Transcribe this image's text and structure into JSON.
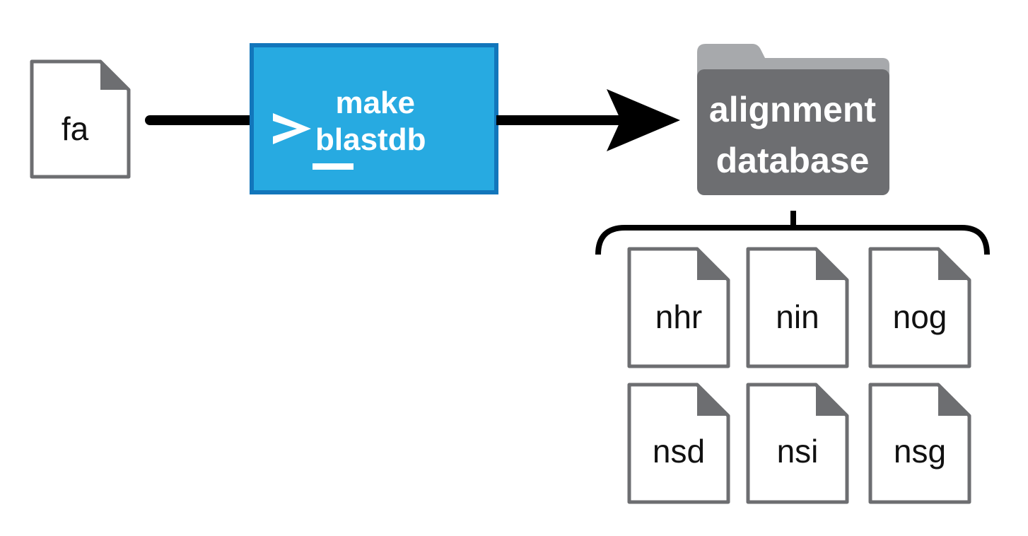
{
  "input_file": {
    "label": "fa"
  },
  "command": {
    "line1": "make",
    "line2": "blastdb",
    "prompt_icon": "terminal-prompt-icon",
    "fill_color": "#27aae1",
    "border_color": "#1276bb"
  },
  "output_folder": {
    "line1": "alignment",
    "line2": "database",
    "icon": "folder-icon",
    "color": "#6d6e71",
    "tab_color": "#a7a9ac"
  },
  "db_files": [
    {
      "label": "nhr"
    },
    {
      "label": "nin"
    },
    {
      "label": "nog"
    },
    {
      "label": "nsd"
    },
    {
      "label": "nsi"
    },
    {
      "label": "nsg"
    }
  ]
}
